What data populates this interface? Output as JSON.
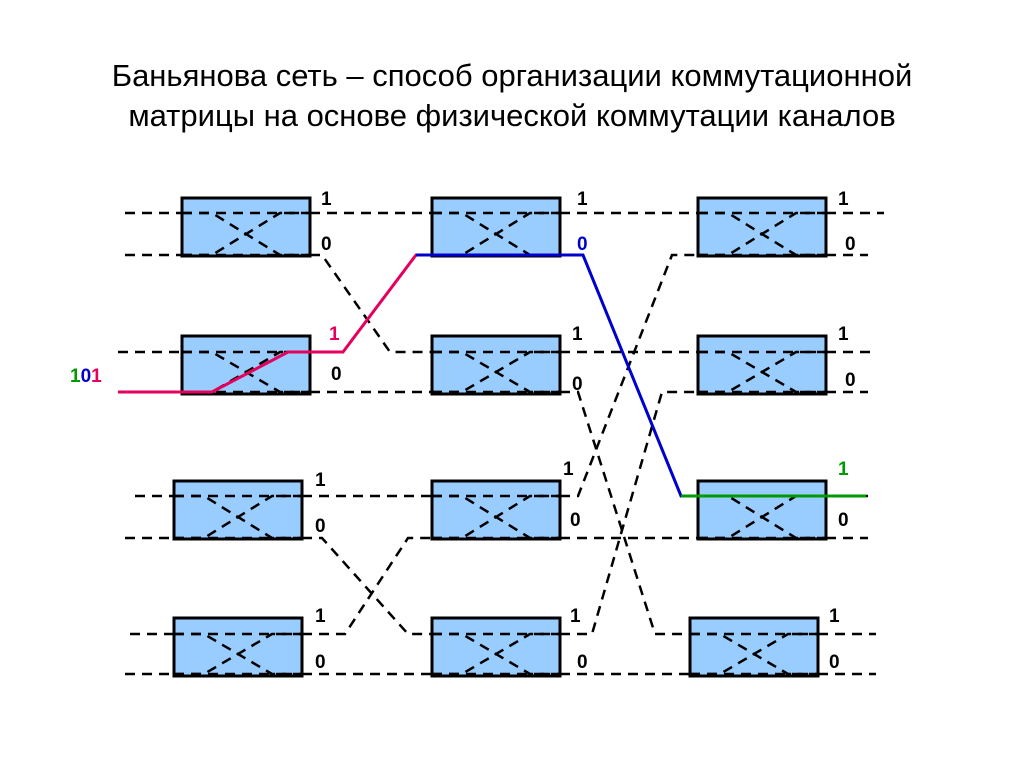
{
  "title": {
    "line1": "Баньянова сеть – способ организации коммутационной",
    "line2": "матрицы на основе физической коммутации каналов"
  },
  "address": {
    "digits": [
      {
        "text": "1",
        "color": "#009900"
      },
      {
        "text": "0",
        "color": "#0000cc"
      },
      {
        "text": "1",
        "color": "#e6005c"
      }
    ]
  },
  "colors": {
    "switch_fill": "#99ccff",
    "switch_border": "#000000",
    "dashed_link": "#000000",
    "stage1_path": "#e6005c",
    "stage2_path": "#0000cc",
    "stage3_path": "#009900"
  },
  "stages": [
    {
      "name": "stage-1",
      "switches": [
        {
          "id": "s1-0",
          "out_labels": [
            "1",
            "0"
          ]
        },
        {
          "id": "s1-1",
          "out_labels": [
            "1",
            "0"
          ],
          "highlight_label": "1",
          "highlight_color": "#e6005c"
        },
        {
          "id": "s1-2",
          "out_labels": [
            "1",
            "0"
          ]
        },
        {
          "id": "s1-3",
          "out_labels": [
            "1",
            "0"
          ]
        }
      ]
    },
    {
      "name": "stage-2",
      "switches": [
        {
          "id": "s2-0",
          "out_labels": [
            "1",
            "0"
          ],
          "highlight_label": "0",
          "highlight_color": "#0000cc"
        },
        {
          "id": "s2-1",
          "out_labels": [
            "1",
            "0"
          ]
        },
        {
          "id": "s2-2",
          "out_labels": [
            "1",
            "0"
          ]
        },
        {
          "id": "s2-3",
          "out_labels": [
            "1",
            "0"
          ]
        }
      ]
    },
    {
      "name": "stage-3",
      "switches": [
        {
          "id": "s3-0",
          "out_labels": [
            "1",
            "0"
          ]
        },
        {
          "id": "s3-1",
          "out_labels": [
            "1",
            "0"
          ]
        },
        {
          "id": "s3-2",
          "out_labels": [
            "1",
            "0"
          ],
          "highlight_label": "1",
          "highlight_color": "#009900"
        },
        {
          "id": "s3-3",
          "out_labels": [
            "1",
            "0"
          ]
        }
      ]
    }
  ]
}
